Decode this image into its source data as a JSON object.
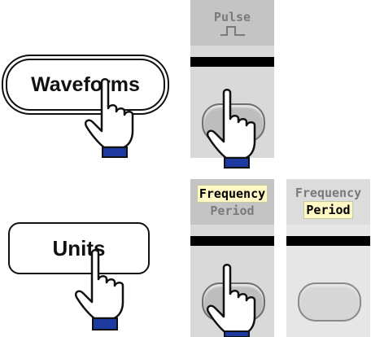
{
  "hardkeys": {
    "waveforms_label": "Waveforms",
    "units_label": "Units"
  },
  "softkeys": {
    "pulse": {
      "label": "Pulse",
      "glyph": "⎍"
    },
    "freq_selected": {
      "line1": "Frequency",
      "line2": "Period"
    },
    "period_selected": {
      "line1": "Frequency",
      "line2": "Period"
    }
  },
  "icons": [
    "hand-pointer-icon",
    "pulse-waveform-icon"
  ],
  "colors": {
    "panel": "#d9d9d9",
    "panel_top": "#c4c4c4",
    "highlight": "#fff8c4",
    "cuff": "#1c3aa0"
  }
}
